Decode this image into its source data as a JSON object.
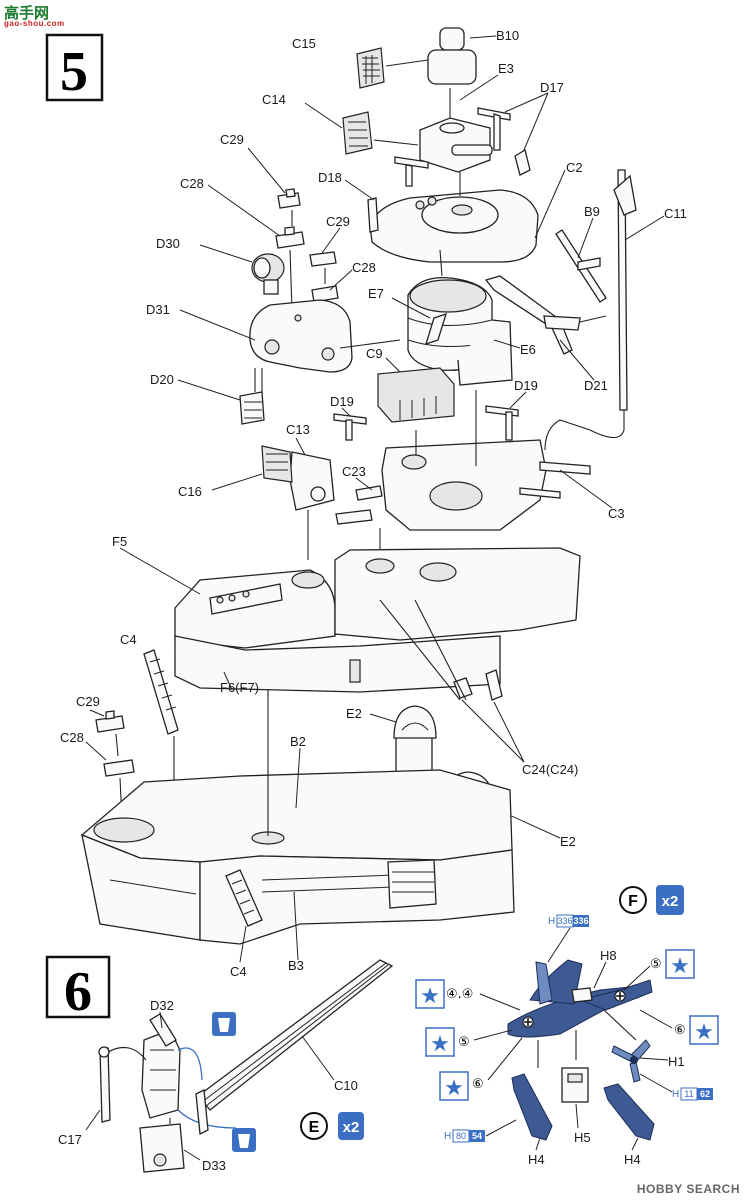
{
  "watermark": {
    "logo_text": "高手网",
    "logo_url": "gao-shou.com",
    "footer": "HOBBY SEARCH"
  },
  "steps": [
    {
      "number": "5"
    },
    {
      "number": "6"
    }
  ],
  "step5_labels": {
    "c15": "C15",
    "b10": "B10",
    "e3": "E3",
    "c14": "C14",
    "d17": "D17",
    "c29a": "C29",
    "c2": "C2",
    "d18": "D18",
    "c28a": "C28",
    "b9": "B9",
    "c11": "C11",
    "c29b": "C29",
    "d30": "D30",
    "c28b": "C28",
    "e7": "E7",
    "d31": "D31",
    "e6": "E6",
    "c9": "C9",
    "d21": "D21",
    "d20": "D20",
    "d19a": "D19",
    "d19b": "D19",
    "c13": "C13",
    "c23": "C23",
    "c16": "C16",
    "c3": "C3",
    "f5": "F5",
    "c4a": "C4",
    "f6": "F6(F7)",
    "c29c": "C29",
    "e2a": "E2",
    "b2": "B2",
    "c28c": "C28",
    "c24": "C24(C24)",
    "e2b": "E2",
    "c4b": "C4",
    "b3": "B3"
  },
  "step6_labels": {
    "d32": "D32",
    "c10": "C10",
    "c17": "C17",
    "d33": "D33",
    "h8": "H8",
    "h1": "H1",
    "h4a": "H4",
    "h5": "H5",
    "h4b": "H4"
  },
  "badges": {
    "f_letter": "F",
    "f_qty": "x2",
    "e_letter": "E",
    "e_qty": "x2"
  },
  "callouts": {
    "decal_44": "④.④",
    "decal_5a": "⑤",
    "decal_5b": "⑤",
    "decal_6a": "⑥",
    "decal_6b": "⑥"
  },
  "paint_codes": [
    {
      "prefix": "H",
      "code_a": "336",
      "code_b": "336"
    },
    {
      "prefix": "H",
      "code_a": "11",
      "code_b": "62"
    },
    {
      "prefix": "H",
      "code_a": "80",
      "code_b": "54"
    }
  ]
}
